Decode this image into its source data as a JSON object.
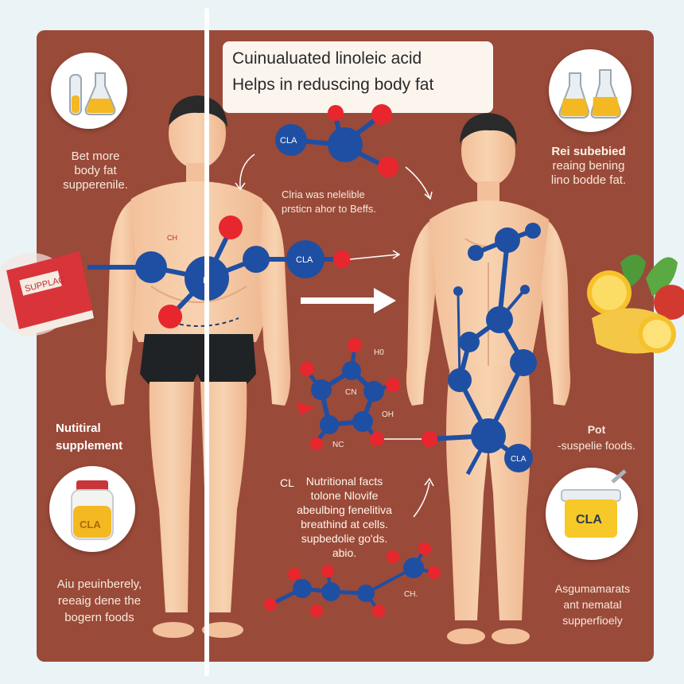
{
  "header": {
    "title": "Cuinualuated linoleic acid",
    "subtitle": "Helps in reduscing body fat"
  },
  "left_top_text": [
    "Bet more",
    "body fat",
    "supperenile."
  ],
  "right_top_text": [
    "Rei subebied",
    "reaing bening",
    "lino bodde fat."
  ],
  "center_note": [
    "Clria was nelelible",
    "prsticn ahor to Beffs."
  ],
  "left_mid_label": [
    "Nutitiral",
    "supplement"
  ],
  "right_mid_label": [
    "Pot",
    "-suspelie foods."
  ],
  "nutrition_facts": [
    "Nutritional facts",
    "tolone Nlovife",
    "abeulbing fenelitiva",
    "breathind at  cells.",
    "supbedolie go'ds.",
    "abio."
  ],
  "nutrition_marker": "CL",
  "left_bottom_text": [
    "Aiu peuinberely,",
    "reeaig dene the",
    "bogern foods"
  ],
  "right_bottom_text": [
    "Asgumamarats",
    "ant nematal",
    "supperfioely"
  ],
  "book_label": "SUPPLAC",
  "jar_label_left": "CLA",
  "jar_label_right": "CLA",
  "molecule_labels": {
    "top": "CLA",
    "chest": "CLA",
    "center": "L",
    "right_leg": "CLA",
    "hex_h": "H0",
    "hex_cn": "CN",
    "hex_oh": "OH",
    "hex_nc": "NC",
    "bottom_ch": "CH.",
    "chest_small": "CH"
  },
  "colors": {
    "panel": "#9a4a39",
    "atom_blue": "#1f4fa3",
    "atom_red": "#e8262d",
    "skin": "#f5caa3"
  }
}
